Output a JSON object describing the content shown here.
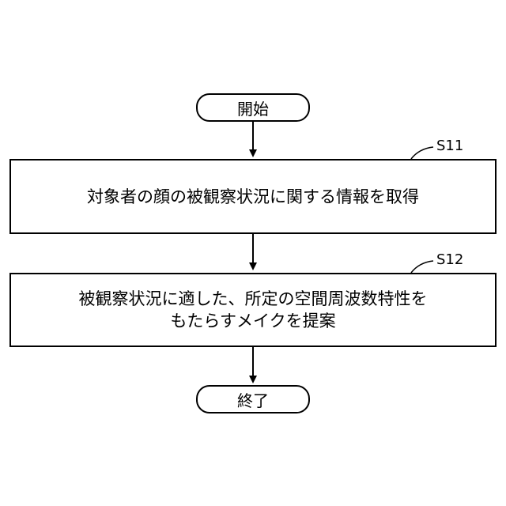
{
  "start": {
    "label": "開始"
  },
  "steps": [
    {
      "id": "S11",
      "lines": [
        "対象者の顔の被観察状況に関する情報を取得"
      ]
    },
    {
      "id": "S12",
      "lines": [
        "被観察状況に適した、所定の空間周波数特性を",
        "もたらすメイクを提案"
      ]
    }
  ],
  "end": {
    "label": "終了"
  }
}
